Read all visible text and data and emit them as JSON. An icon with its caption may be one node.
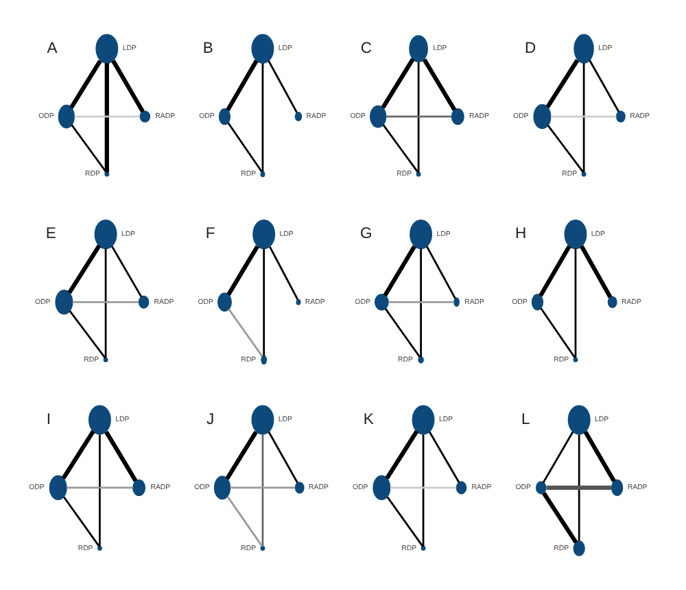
{
  "diagram": {
    "nodes": [
      {
        "text": [],
        "shape": "circle",
        "beside": [
          "LDP"
        ]
      },
      {
        "text": [],
        "shape": "circle",
        "beside": [
          "ODP"
        ]
      },
      {
        "text": [],
        "shape": "circle",
        "beside": [
          "RADP"
        ]
      },
      {
        "text": [],
        "shape": "circle",
        "beside": [
          "RDP"
        ]
      },
      {
        "text": [],
        "shape": "circle",
        "beside": [
          "LDP"
        ]
      },
      {
        "text": [],
        "shape": "circle",
        "beside": [
          "ODP"
        ]
      },
      {
        "text": [],
        "shape": "circle",
        "beside": [
          "RADP"
        ]
      },
      {
        "text": [],
        "shape": "circle",
        "beside": [
          "RDP"
        ]
      },
      {
        "text": [],
        "shape": "circle",
        "beside": [
          "LDP"
        ]
      },
      {
        "text": [],
        "shape": "circle",
        "beside": [
          "ODP"
        ]
      },
      {
        "text": [],
        "shape": "circle",
        "beside": [
          "RADP"
        ]
      },
      {
        "text": [],
        "shape": "circle",
        "beside": [
          "RDP"
        ]
      },
      {
        "text": [],
        "shape": "circle",
        "beside": [
          "LDP"
        ]
      },
      {
        "text": [],
        "shape": "circle",
        "beside": [
          "ODP"
        ]
      },
      {
        "text": [],
        "shape": "circle",
        "beside": [
          "RADP"
        ]
      },
      {
        "text": [],
        "shape": "circle",
        "beside": [
          "RDP"
        ]
      },
      {
        "text": [],
        "shape": "circle",
        "beside": [
          "LDP"
        ]
      },
      {
        "text": [],
        "shape": "circle",
        "beside": [
          "ODP"
        ]
      },
      {
        "text": [],
        "shape": "circle",
        "beside": [
          "RADP"
        ]
      },
      {
        "text": [],
        "shape": "circle",
        "beside": [
          "RDP"
        ]
      },
      {
        "text": [],
        "shape": "circle",
        "beside": [
          "LDP"
        ]
      },
      {
        "text": [],
        "shape": "circle",
        "beside": [
          "ODP"
        ]
      },
      {
        "text": [],
        "shape": "circle",
        "beside": [
          "RADP"
        ]
      },
      {
        "text": [],
        "shape": "circle",
        "beside": [
          "RDP"
        ]
      },
      {
        "text": [],
        "shape": "circle",
        "beside": [
          "LDP"
        ]
      },
      {
        "text": [],
        "shape": "circle",
        "beside": [
          "ODP"
        ]
      },
      {
        "text": [],
        "shape": "circle",
        "beside": [
          "RADP"
        ]
      },
      {
        "text": [],
        "shape": "circle",
        "beside": [
          "RDP"
        ]
      },
      {
        "text": [],
        "shape": "circle",
        "beside": [
          "LDP"
        ]
      },
      {
        "text": [],
        "shape": "circle",
        "beside": [
          "ODP"
        ]
      },
      {
        "text": [],
        "shape": "circle",
        "beside": [
          "RADP"
        ]
      },
      {
        "text": [],
        "shape": "circle",
        "beside": [
          "RDP"
        ]
      },
      {
        "text": [],
        "shape": "circle",
        "beside": [
          "LDP"
        ]
      },
      {
        "text": [],
        "shape": "circle",
        "beside": [
          "ODP"
        ]
      },
      {
        "text": [],
        "shape": "circle",
        "beside": [
          "RADP"
        ]
      },
      {
        "text": [],
        "shape": "circle",
        "beside": [
          "RDP"
        ]
      },
      {
        "text": [],
        "shape": "circle",
        "beside": [
          "LDP"
        ]
      },
      {
        "text": [],
        "shape": "circle",
        "beside": [
          "ODP"
        ]
      },
      {
        "text": [],
        "shape": "circle",
        "beside": [
          "RADP"
        ]
      },
      {
        "text": [],
        "shape": "circle",
        "beside": [
          "RDP"
        ]
      },
      {
        "text": [],
        "shape": "circle",
        "beside": [
          "LDP"
        ]
      },
      {
        "text": [],
        "shape": "circle",
        "beside": [
          "ODP"
        ]
      },
      {
        "text": [],
        "shape": "circle",
        "beside": [
          "RADP"
        ]
      },
      {
        "text": [],
        "shape": "circle",
        "beside": [
          "RDP"
        ]
      },
      {
        "text": [],
        "shape": "circle",
        "beside": [
          "LDP"
        ]
      },
      {
        "text": [],
        "shape": "circle",
        "beside": [
          "ODP"
        ]
      },
      {
        "text": [],
        "shape": "circle",
        "beside": [
          "RADP"
        ]
      },
      {
        "text": [],
        "shape": "circle",
        "beside": [
          "RDP"
        ]
      }
    ],
    "edges": [
      {
        "from": 0,
        "to": 1,
        "arrow": "none",
        "style": "thick"
      },
      {
        "from": 0,
        "to": 2,
        "arrow": "none",
        "style": "thick"
      },
      {
        "from": 0,
        "to": 3,
        "arrow": "none",
        "style": "thick"
      },
      {
        "from": 1,
        "to": 2,
        "arrow": "none",
        "color": "#cccccc"
      },
      {
        "from": 1,
        "to": 3,
        "arrow": "none"
      },
      {
        "from": 4,
        "to": 5,
        "arrow": "none",
        "style": "thick"
      },
      {
        "from": 4,
        "to": 6,
        "arrow": "none"
      },
      {
        "from": 4,
        "to": 7,
        "arrow": "none"
      },
      {
        "from": 5,
        "to": 7,
        "arrow": "none"
      },
      {
        "from": 8,
        "to": 9,
        "arrow": "none",
        "style": "thick"
      },
      {
        "from": 8,
        "to": 10,
        "arrow": "none",
        "style": "thick"
      },
      {
        "from": 8,
        "to": 11,
        "arrow": "none"
      },
      {
        "from": 9,
        "to": 10,
        "arrow": "none",
        "color": "#666666"
      },
      {
        "from": 9,
        "to": 11,
        "arrow": "none"
      },
      {
        "from": 12,
        "to": 13,
        "arrow": "none",
        "style": "thick"
      },
      {
        "from": 12,
        "to": 14,
        "arrow": "none"
      },
      {
        "from": 12,
        "to": 15,
        "arrow": "none"
      },
      {
        "from": 13,
        "to": 14,
        "arrow": "none",
        "color": "#cccccc"
      },
      {
        "from": 13,
        "to": 15,
        "arrow": "none"
      },
      {
        "from": 16,
        "to": 17,
        "arrow": "none",
        "style": "thick"
      },
      {
        "from": 16,
        "to": 18,
        "arrow": "none"
      },
      {
        "from": 16,
        "to": 19,
        "arrow": "none"
      },
      {
        "from": 17,
        "to": 18,
        "arrow": "none",
        "color": "#999999"
      },
      {
        "from": 17,
        "to": 19,
        "arrow": "none"
      },
      {
        "from": 20,
        "to": 21,
        "arrow": "none",
        "style": "thick"
      },
      {
        "from": 20,
        "to": 22,
        "arrow": "none"
      },
      {
        "from": 20,
        "to": 23,
        "arrow": "none"
      },
      {
        "from": 21,
        "to": 23,
        "arrow": "none",
        "color": "#999999"
      },
      {
        "from": 24,
        "to": 25,
        "arrow": "none",
        "style": "thick"
      },
      {
        "from": 24,
        "to": 26,
        "arrow": "none"
      },
      {
        "from": 24,
        "to": 27,
        "arrow": "none"
      },
      {
        "from": 25,
        "to": 26,
        "arrow": "none",
        "color": "#999999"
      },
      {
        "from": 25,
        "to": 27,
        "arrow": "none"
      },
      {
        "from": 28,
        "to": 29,
        "arrow": "none",
        "style": "thick"
      },
      {
        "from": 28,
        "to": 30,
        "arrow": "none",
        "style": "thick"
      },
      {
        "from": 28,
        "to": 31,
        "arrow": "none"
      },
      {
        "from": 29,
        "to": 31,
        "arrow": "none"
      },
      {
        "from": 32,
        "to": 33,
        "arrow": "none",
        "style": "thick"
      },
      {
        "from": 32,
        "to": 34,
        "arrow": "none",
        "style": "thick"
      },
      {
        "from": 32,
        "to": 35,
        "arrow": "none"
      },
      {
        "from": 33,
        "to": 34,
        "arrow": "none",
        "color": "#999999"
      },
      {
        "from": 33,
        "to": 35,
        "arrow": "none"
      },
      {
        "from": 36,
        "to": 37,
        "arrow": "none",
        "style": "thick"
      },
      {
        "from": 36,
        "to": 38,
        "arrow": "none"
      },
      {
        "from": 36,
        "to": 39,
        "arrow": "none",
        "color": "#666666"
      },
      {
        "from": 37,
        "to": 38,
        "arrow": "none",
        "color": "#999999"
      },
      {
        "from": 37,
        "to": 39,
        "arrow": "none",
        "color": "#999999"
      },
      {
        "from": 40,
        "to": 41,
        "arrow": "none",
        "style": "thick"
      },
      {
        "from": 40,
        "to": 42,
        "arrow": "none"
      },
      {
        "from": 40,
        "to": 43,
        "arrow": "none"
      },
      {
        "from": 41,
        "to": 42,
        "arrow": "none",
        "color": "#cccccc"
      },
      {
        "from": 41,
        "to": 43,
        "arrow": "none"
      },
      {
        "from": 44,
        "to": 45,
        "arrow": "none"
      },
      {
        "from": 44,
        "to": 46,
        "arrow": "none",
        "style": "thick"
      },
      {
        "from": 44,
        "to": 47,
        "arrow": "none"
      },
      {
        "from": 45,
        "to": 46,
        "arrow": "none",
        "style": "thick",
        "color": "#555555"
      },
      {
        "from": 45,
        "to": 47,
        "arrow": "none",
        "style": "thick"
      }
    ],
    "labels": [
      "A",
      "B",
      "C",
      "D",
      "E",
      "F",
      "G",
      "H",
      "I",
      "J",
      "K",
      "L"
    ]
  }
}
